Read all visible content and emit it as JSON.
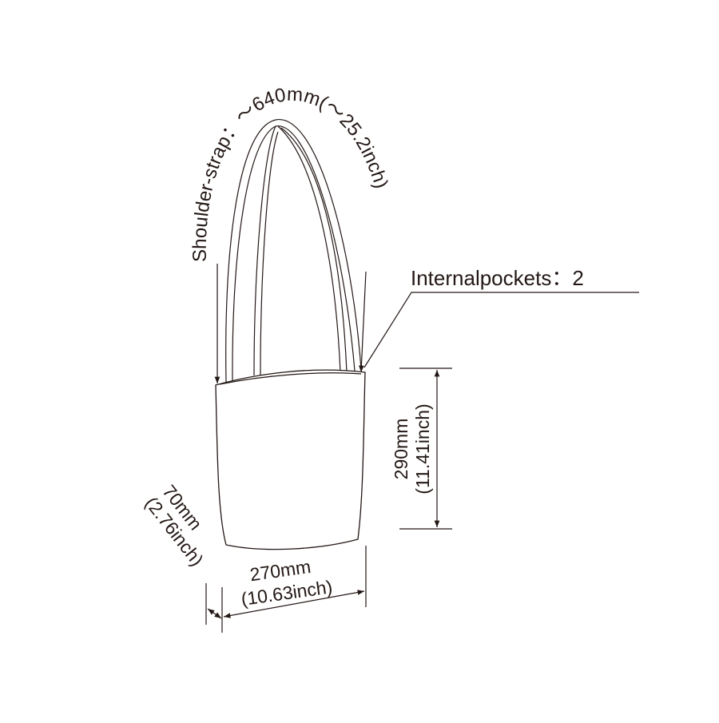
{
  "labels": {
    "shoulder_strap": "Shoulder-strap：～640mm(～25.2inch)",
    "internal_pockets": "Internalpockets：2",
    "height_mm": "290mm",
    "height_inch": "(11.41inch)",
    "width_mm": "270mm",
    "width_inch": "(10.63inch)",
    "depth_mm": "70mm",
    "depth_inch": "(2.76inch)"
  },
  "colors": {
    "line": "#231815",
    "background": "#ffffff"
  }
}
